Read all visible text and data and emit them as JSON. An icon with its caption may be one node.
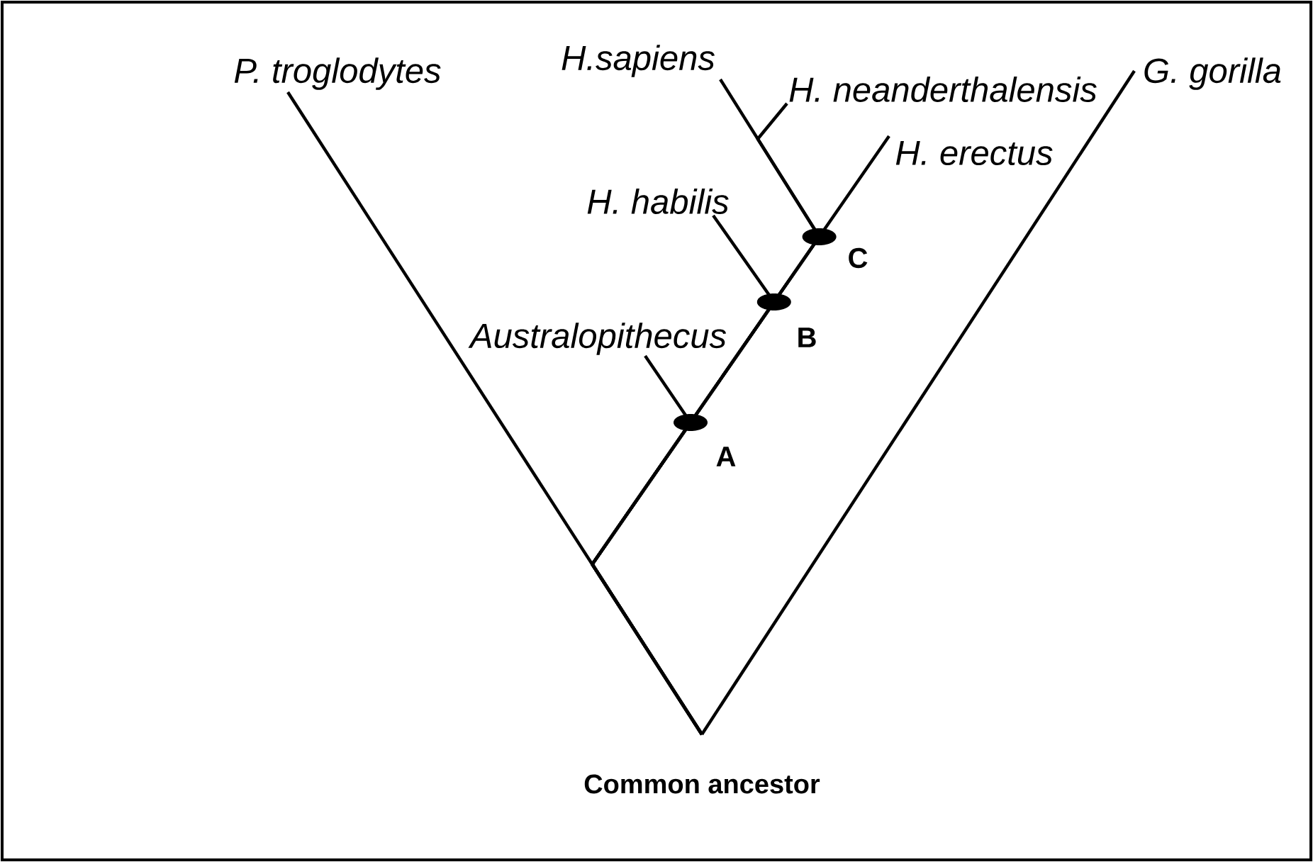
{
  "diagram": {
    "nodes": [
      {
        "text": [
          "P. troglodytes"
        ]
      },
      {
        "text": [
          "H.sapiens"
        ]
      },
      {
        "text": [
          "H. neanderthalensis"
        ]
      },
      {
        "text": [
          "G. gorilla"
        ]
      },
      {
        "text": [
          "H. erectus"
        ]
      },
      {
        "text": [
          "H. habilis"
        ]
      },
      {
        "text": [
          "Australopithecus"
        ]
      },
      {
        "text": [
          "Common ancestor"
        ]
      }
    ],
    "edges": [
      {
        "from": 7,
        "to": 0,
        "arrow": "none"
      },
      {
        "from": 7,
        "to": 3,
        "arrow": "none"
      },
      {
        "from": 7,
        "to": 4,
        "arrow": "none"
      },
      {
        "from": 7,
        "to": 1,
        "arrow": "none"
      },
      {
        "from": 7,
        "to": 2,
        "arrow": "none"
      },
      {
        "from": 7,
        "to": 5,
        "arrow": "none"
      },
      {
        "from": 7,
        "to": 6,
        "arrow": "none"
      }
    ],
    "labels": [
      "C",
      "B",
      "A"
    ]
  }
}
